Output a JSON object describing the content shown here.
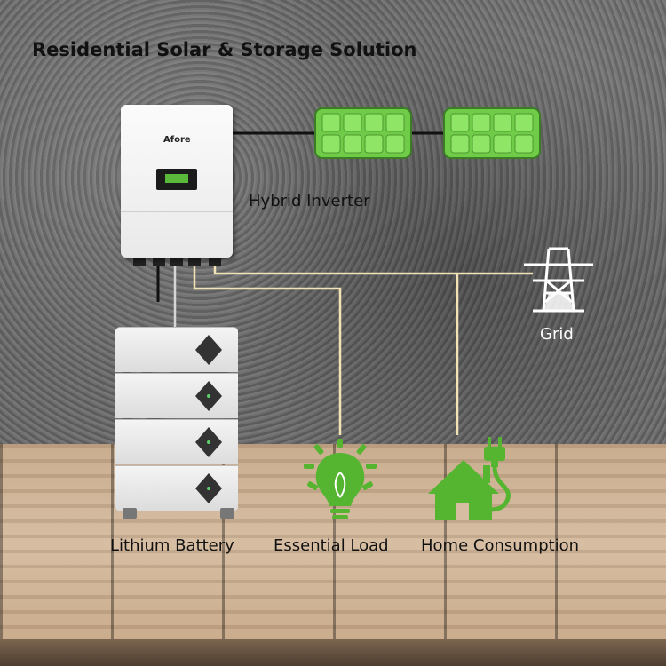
{
  "title": "Residential Solar & Storage Solution",
  "inverter": {
    "label": "Hybrid Inverter",
    "brand": "Afore"
  },
  "grid": {
    "label": "Grid"
  },
  "battery": {
    "label": "Lithium Battery"
  },
  "essential_load": {
    "label": "Essential Load"
  },
  "home": {
    "label": "Home Consumption"
  },
  "colors": {
    "icon_green": "#56b530",
    "panel_green": "#7ed957",
    "wire": "#f1e3b5"
  }
}
